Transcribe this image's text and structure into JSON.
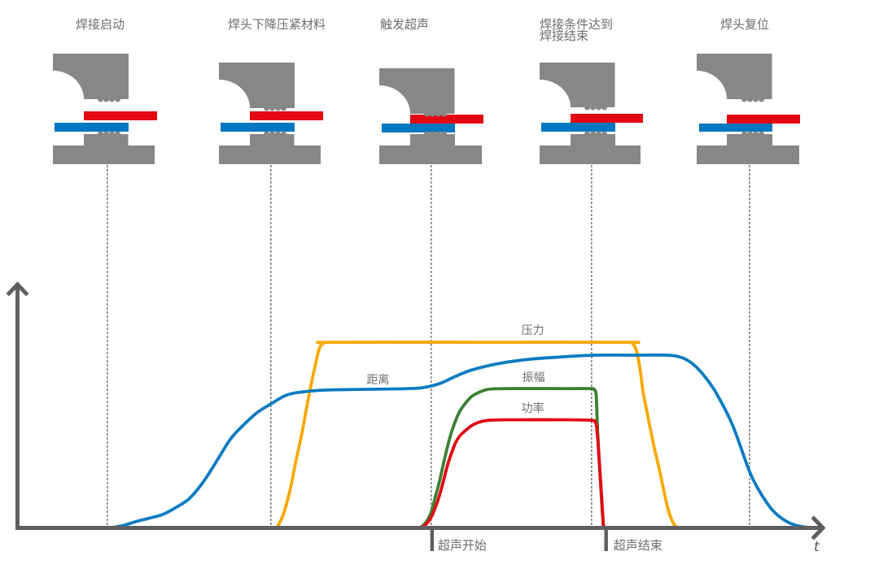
{
  "process_steps": [
    {
      "title": "焊接启动"
    },
    {
      "title": "焊头下降压紧材料"
    },
    {
      "title": "触发超声"
    },
    {
      "title_lines": [
        "焊接条件达到",
        "焊接结束"
      ]
    },
    {
      "title": "焊头复位"
    }
  ],
  "colors": {
    "workpiece_top": "#e30613",
    "workpiece_bottom": "#0078c1",
    "tooling": "#878787",
    "axis": "#5f5f5f"
  },
  "chart_data": {
    "type": "line",
    "title": "",
    "xlabel": "t",
    "ylabel": "",
    "xlim": [
      0,
      100
    ],
    "ylim": [
      0,
      100
    ],
    "grid": false,
    "legend": "inline labels on curves",
    "series": [
      {
        "key": "pressure",
        "name": "压力",
        "color": "#f5a800",
        "label_pos": [
          63.9,
          79.7
        ],
        "x": [
          32.1,
          32.6,
          33.1,
          33.8,
          34.4,
          35.2,
          35.9,
          36.5,
          37.0,
          37.3,
          37.6,
          38.0,
          38.9,
          58.4,
          75.6,
          76.2,
          76.6,
          76.9,
          77.3,
          77.6,
          78.1,
          78.6,
          79.1,
          79.6,
          80.4,
          80.8,
          81.2,
          81.6,
          82.0
        ],
        "y": [
          0,
          3,
          7.3,
          16,
          26,
          38.3,
          50.7,
          60.7,
          68.3,
          72.7,
          75,
          76,
          76.3,
          76.3,
          76.3,
          76,
          74.3,
          71,
          63.3,
          55.7,
          47.3,
          39,
          31.3,
          24.3,
          11.7,
          6.7,
          3,
          1,
          0
        ]
      },
      {
        "key": "distance",
        "name": "距离",
        "color": "#0a7bc1",
        "label_pos": [
          44.7,
          59.3
        ],
        "x": [
          11.0,
          12.9,
          14.6,
          16.5,
          18.0,
          19.7,
          21.3,
          23.0,
          24.7,
          26.4,
          28.1,
          29.8,
          31.4,
          33.1,
          34.8,
          38.2,
          43.2,
          48.3,
          50.3,
          52.3,
          54.3,
          56.4,
          59.9,
          63.4,
          67.5,
          71.5,
          76.6,
          80.6,
          82.4,
          83.8,
          85.3,
          86.7,
          88.7,
          90.8,
          92.2,
          93.7,
          95.3,
          96.8,
          98.8
        ],
        "y": [
          0,
          1.0,
          2.7,
          4.3,
          5.7,
          8.7,
          12.3,
          19.0,
          27.7,
          36.7,
          42.7,
          47.7,
          51.0,
          54.3,
          55.7,
          56.7,
          57.0,
          57.3,
          57.7,
          59.3,
          62.3,
          65.0,
          67.7,
          69.3,
          70.3,
          71.0,
          71.0,
          71.0,
          70.0,
          67.3,
          62.0,
          55.3,
          42.3,
          23.3,
          14.3,
          7.3,
          3.0,
          1.0,
          0
        ]
      },
      {
        "key": "amplitude",
        "name": "振幅",
        "color": "#3c7f34",
        "label_pos": [
          64.0,
          60.3
        ],
        "x": [
          49.5,
          50.1,
          50.7,
          51.3,
          51.8,
          52.3,
          52.8,
          53.3,
          53.8,
          54.3,
          54.8,
          55.4,
          55.9,
          56.4,
          57.4,
          58.4,
          60.4,
          68.5,
          71.1,
          71.5,
          71.7,
          71.8,
          71.9,
          72.1,
          72.4,
          72.6,
          72.7
        ],
        "y": [
          0,
          0.7,
          2.7,
          6.7,
          12.7,
          19,
          26.3,
          33.3,
          39.3,
          44,
          47.7,
          50.7,
          52.7,
          54.3,
          56,
          57,
          57.3,
          57.3,
          57.3,
          57,
          56,
          53.3,
          43.3,
          30,
          13.3,
          3.3,
          0
        ]
      },
      {
        "key": "power",
        "name": "功率",
        "color": "#e30613",
        "label_pos": [
          63.9,
          47.7
        ],
        "x": [
          49.7,
          50.3,
          51.0,
          51.6,
          52.3,
          52.8,
          53.3,
          53.8,
          54.3,
          54.8,
          55.4,
          56.4,
          57.4,
          58.4,
          60.4,
          68.5,
          71.2,
          71.6,
          71.8,
          72.0,
          72.2,
          72.4,
          72.6,
          72.7
        ],
        "y": [
          0,
          0.7,
          3,
          6.7,
          13.3,
          19.3,
          25.7,
          30.7,
          35,
          37.7,
          39.7,
          42.3,
          43.7,
          44.3,
          44.5,
          44.5,
          44.3,
          43.7,
          42,
          35,
          25,
          15,
          5,
          0
        ]
      }
    ],
    "event_lines": [
      11.1,
      31.4,
      51.3,
      71.2,
      90.8
    ],
    "markers": [
      {
        "label": "超声开始",
        "t": 51.4
      },
      {
        "label": "超声结束",
        "t": 73.0
      }
    ]
  }
}
